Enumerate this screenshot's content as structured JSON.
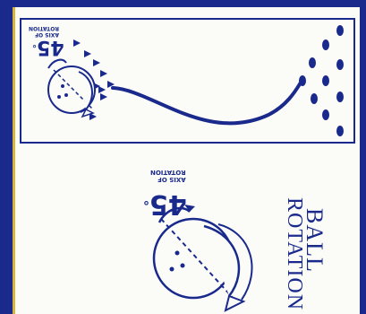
{
  "diagram_top": {
    "angle_value": "45",
    "angle_degree_mark": "°",
    "axis_label_line1": "AXIS OF",
    "axis_label_line2": "ROTATION"
  },
  "diagram_bottom": {
    "angle_value": "45",
    "angle_degree_mark": "°",
    "axis_label_line1": "AXIS OF",
    "axis_label_line2": "ROTATION"
  },
  "title": {
    "line1": "BALL",
    "line2": "ROTATION"
  },
  "colors": {
    "accent": "#1a2a8c",
    "gold_edge": "#d6b53a",
    "paper": "#fbfbf7"
  },
  "icons": [
    "bowling-ball-icon",
    "rotation-arrow-icon",
    "bowling-pin-icon",
    "direction-arrow-icon"
  ]
}
